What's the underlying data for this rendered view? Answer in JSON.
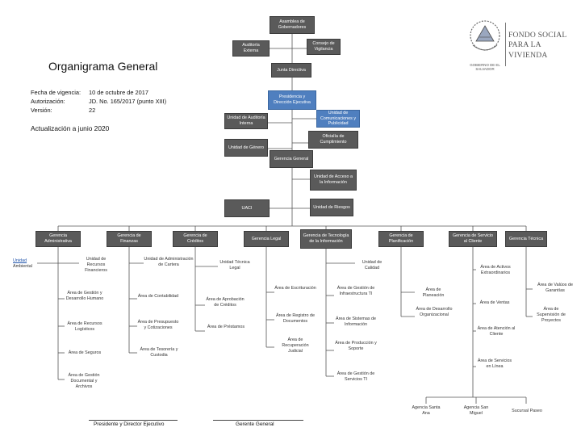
{
  "header": {
    "title": "Organigrama General",
    "fields": [
      {
        "label": "Fecha de vigencia:",
        "value": "10 de octubre de 2017"
      },
      {
        "label": "Autorización:",
        "value": "JD. No. 165/2017 (punto XIII)"
      },
      {
        "label": "Versión:",
        "value": "22"
      }
    ],
    "update": "Actualización a junio 2020"
  },
  "logo": {
    "name_line1": "FONDO SOCIAL",
    "name_line2": "PARA LA VIVIENDA",
    "government": "GOBIERNO DE EL SALVADOR"
  },
  "top": {
    "asamblea": "Asamblea de Gobernadores",
    "auditoria_externa": "Auditoría Externa",
    "consejo": "Consejo de Vigilancia",
    "junta": "Junta Directiva",
    "presidencia": "Presidencia y Dirección Ejecutiva",
    "auditoria_interna": "Unidad de Auditoría Interna",
    "comunicaciones": "Unidad de Comunicaciones y Publicidad",
    "oficial_cumplimiento": "Oficialía de Cumplimiento",
    "genero": "Unidad de Género",
    "gerencia_general": "Gerencia General",
    "acceso_informacion": "Unidad de Acceso a la Información",
    "uaci": "UACI",
    "riesgos": "Unidad de Riesgos"
  },
  "gerencias": {
    "administrativa": "Gerencia Administrativa",
    "finanzas": "Gerencia de Finanzas",
    "creditos": "Gerencia de Créditos",
    "legal": "Gerencia Legal",
    "tecnologia": "Gerencia de Tecnología de la Información",
    "planificacion": "Gerencia de Planificación",
    "servicio": "Gerencia de Servicio al Cliente",
    "tecnica": "Gerencia Técnica"
  },
  "units": {
    "ambiental_link": "Unidad",
    "ambiental_rest": "Ambiental",
    "recursos_financieros": "Unidad de Recursos Financieros",
    "admin_cartera": "Unidad de Administración de Cartera",
    "tecnica_legal": "Unidad Técnica Legal",
    "calidad": "Unidad de Calidad",
    "activos": "Área de Activos Extraordinarios",
    "avaluos": "Área de Valúos de Garantías",
    "gestion_rrhh": "Área de Gestión y Desarrollo Humano",
    "contabilidad": "Área de Contabilidad",
    "aprobacion": "Área de Aprobación de Créditos",
    "escrituracion": "Área de Escrituración",
    "infraestructura": "Área de Gestión de Infraestructura TI",
    "planeacion": "Área de Planeación",
    "ventas": "Área de Ventas",
    "supervision": "Área de Supervisión de Proyectos",
    "recursos_logisticos": "Área de Recursos Logísticos",
    "presupuesto": "Área de Presupuesto y Cotizaciones",
    "prestamos": "Área de Préstamos",
    "registro_docs": "Área de Registro de Documentos",
    "sistemas_info": "Área de Sistemas de Información",
    "desarrollo_org": "Área de Desarrollo Organizacional",
    "atencion_cliente": "Área de Atención al Cliente",
    "seguros": "Área de Seguros",
    "tesoreria": "Área de Tesorería y Custodia",
    "recuperacion": "Área de Recuperación Judicial",
    "produccion": "Área de Producción y Soporte",
    "servicios_linea": "Área de Servicios en Línea",
    "gestion_documental": "Área de Gestión Documental y Archivos",
    "gestion_servicios_ti": "Área de Gestión de Servicios TI",
    "agencia_santa_ana": "Agencia Santa Ana",
    "agencia_san_miguel": "Agencia San Miguel",
    "sucursal": "Sucursal Paseo"
  },
  "signatures": {
    "presidente": "Presidente y Director Ejecutivo",
    "gerente": "Gerente General"
  },
  "colors": {
    "box_dark": "#5a5a5a",
    "box_blue": "#4f7fbf",
    "line": "#555555",
    "link": "#2255aa"
  }
}
